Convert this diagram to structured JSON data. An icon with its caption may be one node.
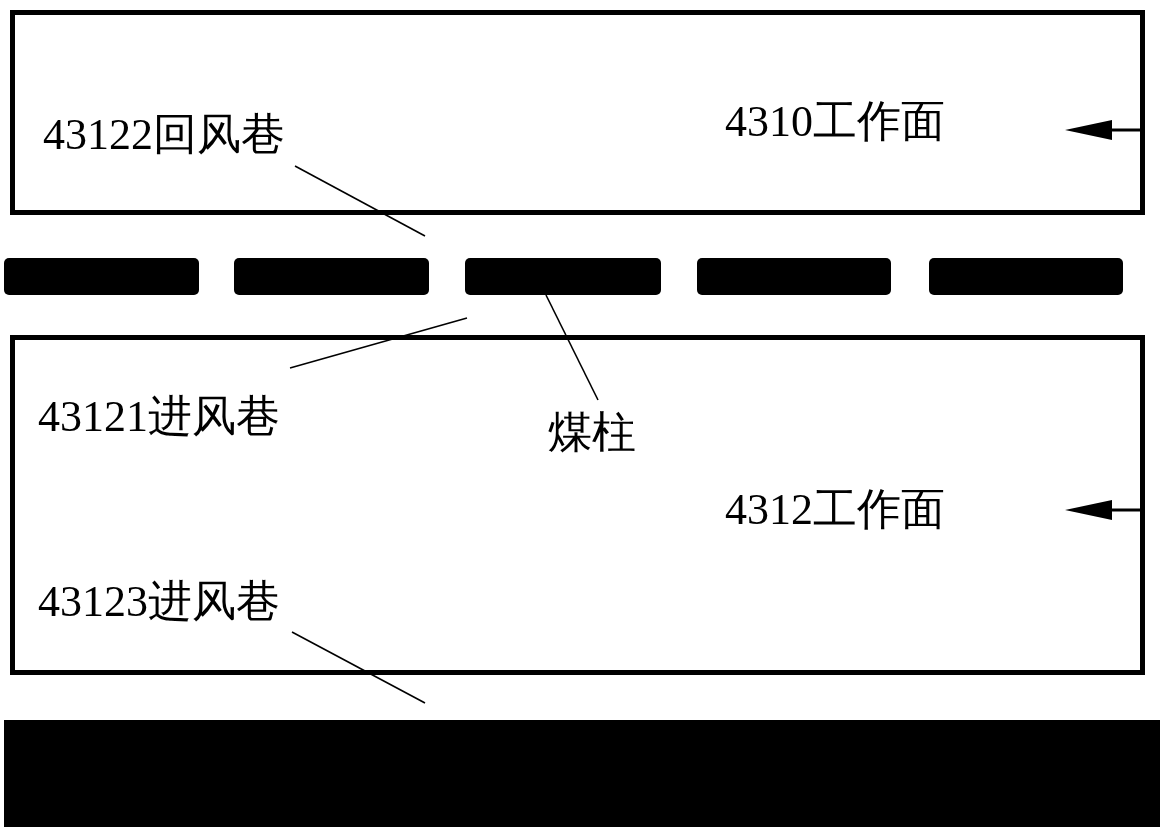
{
  "diagram": {
    "nodes": [
      {
        "text": [
          "4310工作面"
        ]
      },
      {
        "text": [
          "43122回风巷"
        ],
        "in": 0
      },
      {
        "text": [],
        "shape": "bar"
      },
      {
        "text": [],
        "shape": "bar"
      },
      {
        "text": [],
        "shape": "bar"
      },
      {
        "text": [],
        "shape": "bar"
      },
      {
        "text": [],
        "shape": "bar"
      },
      {
        "text": [
          "煤柱"
        ],
        "in": 8
      },
      {
        "text": [
          "4312工作面"
        ]
      },
      {
        "text": [
          "43121进风巷"
        ],
        "in": 8
      },
      {
        "text": [
          "43123进风巷"
        ],
        "in": 8
      },
      {
        "text": [],
        "shape": "bar"
      }
    ],
    "edges": [
      {
        "from": 1,
        "to": null,
        "arrow": "none"
      },
      {
        "from": 9,
        "to": null,
        "arrow": "none"
      },
      {
        "from": 7,
        "to": 4,
        "arrow": "none"
      },
      {
        "from": 10,
        "to": null,
        "arrow": "none"
      }
    ]
  }
}
